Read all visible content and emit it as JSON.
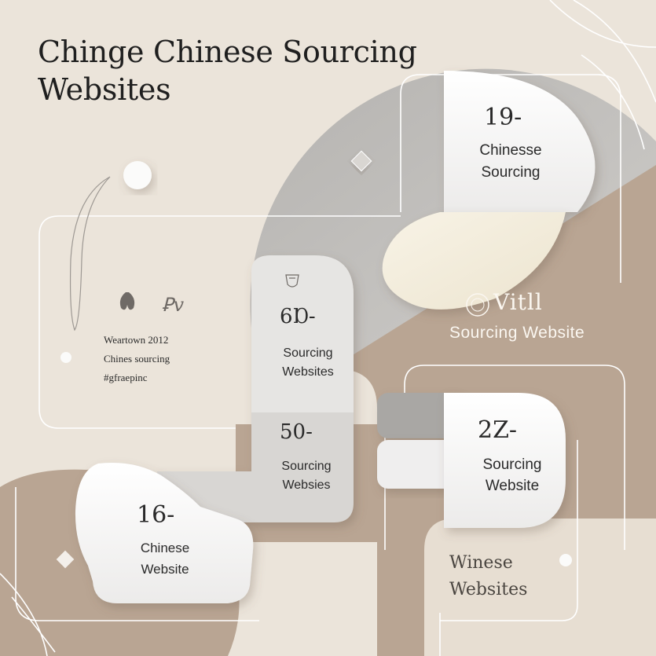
{
  "title": {
    "line1": "Chinge Chinese Sourcing",
    "line2": "Websites"
  },
  "card_19": {
    "number": "19-",
    "line1": "Chinesse",
    "line2": "Sourcing"
  },
  "card_60": {
    "number": "6Ɒ-",
    "line1": "Sourcing",
    "line2": "Websites"
  },
  "card_50": {
    "number": "50-",
    "line1": "Sourcing",
    "line2": "Websies"
  },
  "card_16": {
    "number": "16-",
    "line1": "Chinese",
    "line2": "Website"
  },
  "card_22": {
    "number": "2Z-",
    "line1": "Sourcing",
    "line2": "Website"
  },
  "visit": {
    "label": "Vitll",
    "sub": "Sourcing Website"
  },
  "side_note": {
    "line1": "Weartown 2012",
    "line2": "Chines sourcing",
    "line3": "#gfraepinc"
  },
  "side_glyph": "Ꝑv",
  "bottom_note": {
    "line1": "Winese",
    "line2": "Websites"
  },
  "colors": {
    "background": "#ebe4da",
    "taupe": "#b9a593",
    "gray": "#c4c2bf",
    "card_white": "#fbfbfa",
    "cream": "#f5efdf",
    "line": "#ffffff"
  },
  "icons": [
    "crest-icon",
    "leaf-icon",
    "seal-icon",
    "diamond-icon",
    "circle-dot-icon",
    "swirl-line-icon"
  ]
}
